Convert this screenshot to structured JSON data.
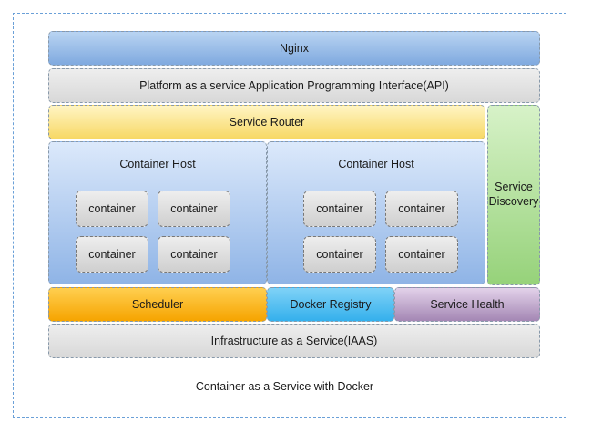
{
  "diagram": {
    "nginx": "Nginx",
    "api": "Platform as a service Application Programming Interface(API)",
    "service_router": "Service Router",
    "service_discovery_line1": "Service",
    "service_discovery_line2": "Discovery",
    "hosts": [
      {
        "title": "Container Host",
        "containers": [
          "container",
          "container",
          "container",
          "container"
        ]
      },
      {
        "title": "Container Host",
        "containers": [
          "container",
          "container",
          "container",
          "container"
        ]
      }
    ],
    "scheduler": "Scheduler",
    "docker_registry": "Docker Registry",
    "service_health": "Service Health",
    "iaas": "Infrastructure as a Service(IAAS)",
    "caption": "Container as a Service with Docker"
  }
}
